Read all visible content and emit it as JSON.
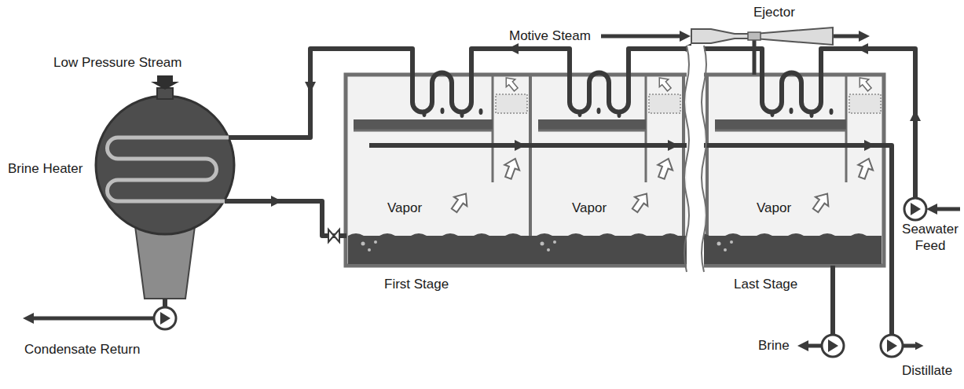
{
  "diagram": {
    "labels": [
      "Ejector",
      "Motive Steam",
      "Low Pressure Stream",
      "Seawater Feed",
      "Brine Heater",
      "Vapor",
      "Vapor",
      "Vapor",
      "First Stage",
      "Last Stage",
      "Brine",
      "Distillate",
      "Condensate Return"
    ]
  }
}
